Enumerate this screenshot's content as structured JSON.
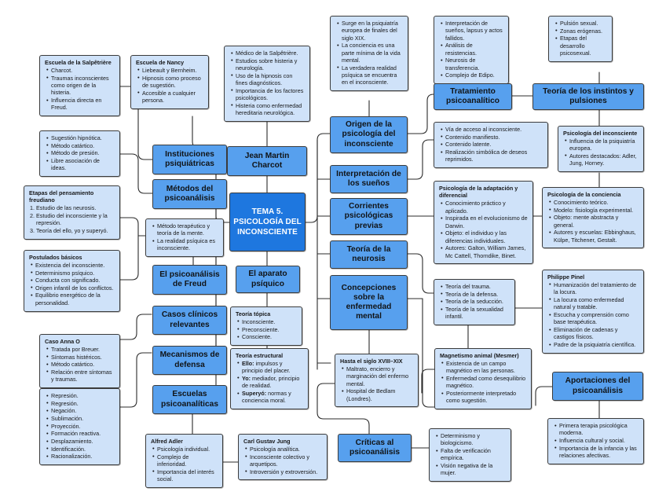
{
  "title": "TEMA 5. PSICOLOGÍA DEL INCONSCIENTE",
  "colors": {
    "center_fill": "#1e77df",
    "branch_fill": "#57a0ee",
    "leaf_fill": "#cfe2f9",
    "stroke": "#3b3b3b",
    "center_text": "#ffffff",
    "node_text": "#111417",
    "background": "#ffffff"
  },
  "center": {
    "label": "TEMA 5. PSICOLOGÍA DEL INCONSCIENTE"
  },
  "branches": {
    "instituciones_psiquiatricas": "Instituciones psiquiátricas",
    "metodos_del_psicoanalisis": "Métodos del psicoanálisis",
    "el_psicoanalisis_de_freud": "El psicoanálisis de Freud",
    "casos_clinicos_relevantes": "Casos clínicos relevantes",
    "mecanismos_de_defensa": "Mecanismos de defensa",
    "escuelas_psicoanaliticas": "Escuelas psicoanalíticas",
    "jean_martin_charcot": "Jean Martin Charcot",
    "el_aparato_psiquico": "El aparato psíquico",
    "origen_psicologia_inconsciente": "Origen de la psicología del inconsciente",
    "interpretacion_de_los_suenos": "Interpretación de los sueños",
    "corrientes_psicologicas_previas": "Corrientes psicológicas previas",
    "teoria_de_la_neurosis": "Teoría de la neurosis",
    "concepciones_enfermedad_mental": "Concepciones sobre la enfermedad mental",
    "criticas_al_psicoanalisis": "Críticas al psicoanálisis",
    "tratamiento_psicoanalitico": "Tratamiento psicoanalítico",
    "teoria_instintos_pulsiones": "Teoría de los instintos y pulsiones",
    "aportaciones_del_psicoanalisis": "Aportaciones del psicoanálisis"
  },
  "leaves": {
    "escuela_salpetriere": {
      "heading": "Escuela de la Salpêtrière",
      "items": [
        "Charcot.",
        "Traumas inconscientes como origen de la histeria.",
        "Influencia directa en Freud."
      ]
    },
    "escuela_nancy": {
      "heading": "Escuela de Nancy",
      "items": [
        "Liebeault y Bernheim.",
        "Hipnosis como proceso de sugestión.",
        "Accesible a cualquier persona."
      ]
    },
    "charcot_detalle": {
      "heading": "",
      "items": [
        "Médico de la Salpêtrière.",
        "Estudios sobre histeria y neurología.",
        "Uso de la hipnosis con fines diagnósticos.",
        "Importancia de los factores psicológicos.",
        "Histeria como enfermedad hereditaria neurológica."
      ]
    },
    "metodos_detalle": {
      "heading": "",
      "items": [
        "Sugestión hipnótica.",
        "Método catártico.",
        "Método de presión.",
        "Libre asociación de ideas."
      ]
    },
    "etapas_pensamiento_freudiano": {
      "heading": "Etapas del pensamiento freudiano",
      "ordered": [
        "Estudio de las neurosis.",
        "Estudio del inconsciente y la represión.",
        "Teoría del ello, yo y superyó."
      ]
    },
    "postulados_basicos": {
      "heading": "Postulados básicos",
      "items": [
        "Existencia del inconsciente.",
        "Determinismo psíquico.",
        "Conducta con significado.",
        "Origen infantil de los conflictos.",
        "Equilibrio energético de la personalidad."
      ]
    },
    "psicoanalisis_freud_detalle": {
      "heading": "",
      "items": [
        "Método terapéutico y teoría de la mente.",
        "La realidad psíquica es inconsciente."
      ]
    },
    "caso_anna_o": {
      "heading": "Caso Anna O",
      "items": [
        "Tratada por Breuer.",
        "Síntomas histéricos.",
        "Método catártico.",
        "Relación entre síntomas y traumas."
      ]
    },
    "mecanismos_detalle": {
      "heading": "",
      "items": [
        "Represión.",
        "Regresión.",
        "Negación.",
        "Sublimación.",
        "Proyección.",
        "Formación reactiva.",
        "Desplazamiento.",
        "Identificación.",
        "Racionalización."
      ]
    },
    "alfred_adler": {
      "heading": "Alfred Adler",
      "items": [
        "Psicología individual.",
        "Complejo de inferioridad.",
        "Importancia del interés social."
      ]
    },
    "carl_gustav_jung": {
      "heading": "Carl Gustav Jung",
      "items": [
        "Psicología analítica.",
        "Inconsciente colectivo y arquetipos.",
        "Introversión y extroversión."
      ]
    },
    "teoria_topica": {
      "heading": "Teoría tópica",
      "items": [
        "Inconsciente.",
        "Preconsciente.",
        "Consciente."
      ]
    },
    "teoria_estructural": {
      "heading": "Teoría estructural",
      "rich_items": [
        {
          "bold": "Ello:",
          "rest": " impulsos y principio del placer."
        },
        {
          "bold": "Yo:",
          "rest": " mediador, principio de realidad."
        },
        {
          "bold": "Superyó:",
          "rest": " normas y conciencia moral."
        }
      ]
    },
    "origen_detalle": {
      "heading": "",
      "items": [
        "Surge en la psiquiatría europea de finales del siglo XIX.",
        "La conciencia es una parte mínima de la vida mental.",
        "La verdadera realidad psíquica se encuentra en el inconsciente."
      ]
    },
    "tratamiento_detalle": {
      "heading": "",
      "items": [
        "Interpretación de sueños, lapsus y actos fallidos.",
        "Análisis de resistencias.",
        "Neurosis de transferencia.",
        "Complejo de Edipo."
      ]
    },
    "instintos_detalle": {
      "heading": "",
      "items": [
        "Pulsión sexual.",
        "Zonas erógenas.",
        "Etapas del desarrollo psicosexual."
      ]
    },
    "suenos_detalle": {
      "heading": "",
      "items": [
        "Vía de acceso al inconsciente.",
        "Contenido manifiesto.",
        "Contenido latente.",
        "Realización simbólica de deseos reprimidos."
      ]
    },
    "psicologia_del_inconsciente": {
      "heading": "Psicología del inconsciente",
      "items": [
        "Influencia de la psiquiatría europea.",
        "Autores destacados: Adler, Jung, Horney."
      ]
    },
    "psicologia_adaptacion_diferencial": {
      "heading": "Psicología de la adaptación y diferencial",
      "items": [
        "Conocimiento práctico y aplicado.",
        "Inspirada en el evolucionismo de Darwin.",
        "Objeto: el individuo y las diferencias individuales.",
        "Autores: Galton, William James, Mc Cattell, Thorndike, Binet."
      ]
    },
    "psicologia_de_la_conciencia": {
      "heading": "Psicología de la conciencia",
      "items": [
        "Conocimiento teórico.",
        "Modelo: fisiología experimental.",
        "Objeto: mente abstracta y general.",
        "Autores y escuelas: Ebbinghaus, Külpe, Titchener, Gestalt."
      ]
    },
    "neurosis_detalle": {
      "heading": "",
      "items": [
        "Teoría del trauma.",
        "Teoría de la defensa.",
        "Teoría de la seducción.",
        "Teoría de la sexualidad infantil."
      ]
    },
    "philippe_pinel": {
      "heading": "Philippe Pinel",
      "items": [
        "Humanización del tratamiento de la locura.",
        "La locura como enfermedad natural y tratable.",
        "Escucha y comprensión como base terapéutica.",
        "Eliminación de cadenas y castigos físicos.",
        "Padre de la psiquiatría científica."
      ]
    },
    "hasta_siglo_xviii_xix": {
      "heading": "Hasta el siglo XVIII–XIX",
      "items": [
        "Maltrato, encierro y marginación del enfermo mental.",
        "Hospital de Bedlam (Londres)."
      ]
    },
    "magnetismo_animal": {
      "heading": "Magnetismo animal (Mesmer)",
      "items": [
        "Existencia de un campo magnético en las personas.",
        "Enfermedad como desequilibrio magnético.",
        "Posteriormente interpretado como sugestión."
      ]
    },
    "criticas_detalle": {
      "heading": "",
      "items": [
        "Determinismo y biologicismo.",
        "Falta de verificación empírica.",
        "Visión negativa de la mujer."
      ]
    },
    "aportaciones_detalle": {
      "heading": "",
      "items": [
        "Primera terapia psicológica moderna.",
        "Influencia cultural y social.",
        "Importancia de la infancia y las relaciones afectivas."
      ]
    }
  }
}
